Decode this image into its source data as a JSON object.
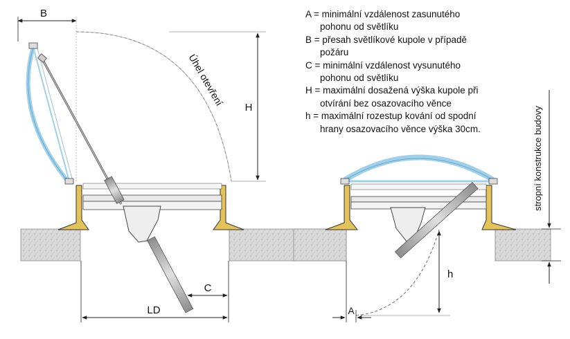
{
  "labels": {
    "B_top": "B",
    "H": "H",
    "arc_label": "Úhel otevření",
    "C": "C",
    "LD": "LD",
    "h": "h",
    "A": "A",
    "vertical": "stropní konstrukce budovy"
  },
  "legend": [
    {
      "line1": "A = minimální vzdálenost zasunutého",
      "line2": "pohonu od světlíku"
    },
    {
      "line1": "B = přesah světlíkové kupole v případě",
      "line2": "požáru"
    },
    {
      "line1": "C = minimální vzdálenost vysunutého",
      "line2": "pohonu od světlíku"
    },
    {
      "line1": "H = maximální dosažená výška kupole při",
      "line2": "otvírání bez osazovacího věnce"
    },
    {
      "line1": "h = maximální rozestup kování od spodní",
      "line2": "hrany osazovacího věnce výška 30cm."
    }
  ],
  "colors": {
    "dome": "#9fd0ea",
    "upstand": "#e3c25a",
    "concrete": "#d6d6d6",
    "line": "#222222",
    "actuator": "#b9b9b9"
  }
}
